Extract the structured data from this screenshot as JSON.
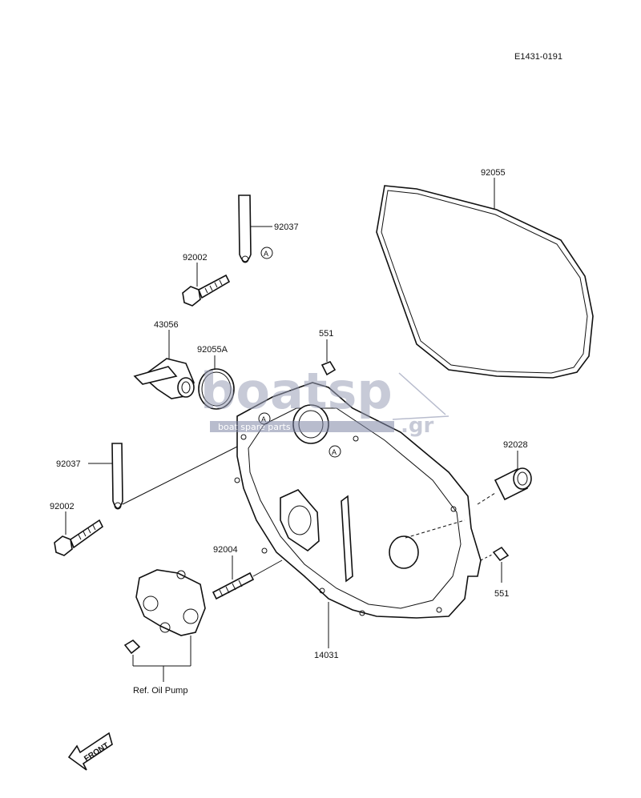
{
  "diagram_code": "E1431-0191",
  "parts": {
    "p92055": "92055",
    "p92037_top": "92037",
    "p92002_top": "92002",
    "p43056": "43056",
    "p92055A": "92055A",
    "p551_top": "551",
    "p92037_left": "92037",
    "p92002_left": "92002",
    "p92004": "92004",
    "p92028": "92028",
    "p551_right": "551",
    "p14031": "14031"
  },
  "ref_oil_pump": "Ref. Oil Pump",
  "marker_a": "A",
  "front_label": "FRONT",
  "watermark": {
    "brand": "boatsp",
    "tld": ".gr",
    "tagline": "boat spare parts",
    "color": "#1a2a7a"
  }
}
